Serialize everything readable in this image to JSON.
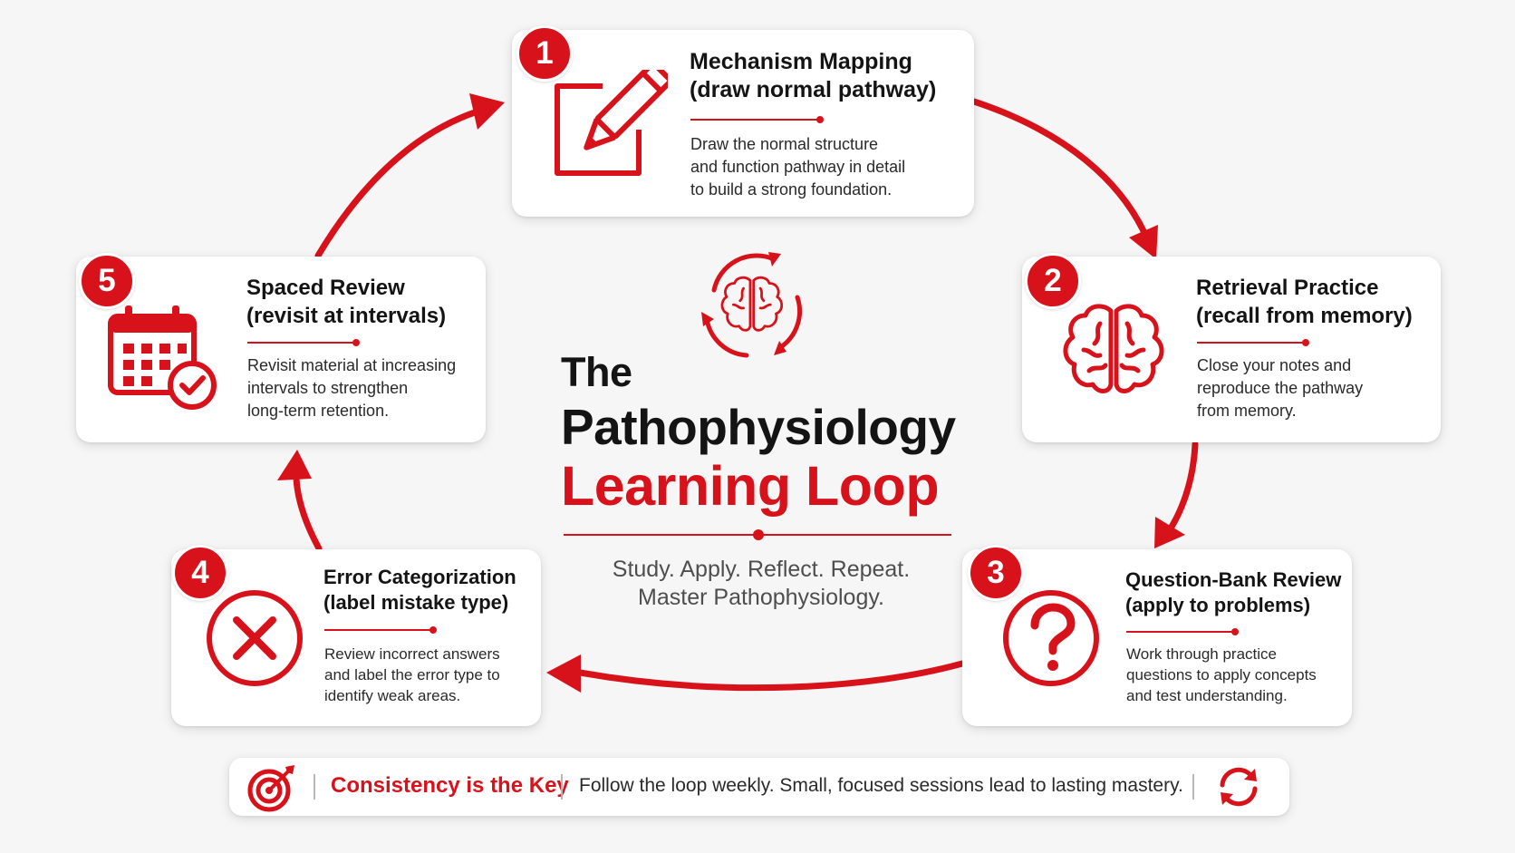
{
  "colors": {
    "accent": "#d8121b",
    "text": "#141414",
    "muted": "#4e4e4e",
    "background": "#f6f6f6"
  },
  "title": {
    "pre": "The",
    "main": "Pathophysiology",
    "accent": "Learning Loop"
  },
  "tagline": {
    "line1": "Study. Apply. Reflect. Repeat.",
    "line2": "Master Pathophysiology."
  },
  "steps": [
    {
      "number": "1",
      "title": "Mechanism Mapping\n(draw normal pathway)",
      "description": "Draw the normal structure\nand function pathway in detail\nto build a strong foundation.",
      "icon": "pencil-edit-icon"
    },
    {
      "number": "2",
      "title": "Retrieval Practice\n(recall from memory)",
      "description": "Close your notes and\nreproduce the pathway\nfrom memory.",
      "icon": "brain-icon"
    },
    {
      "number": "3",
      "title": "Question-Bank Review\n(apply to problems)",
      "description": "Work through practice\nquestions to apply concepts\nand test understanding.",
      "icon": "question-mark-icon"
    },
    {
      "number": "4",
      "title": "Error Categorization\n(label mistake type)",
      "description": "Review incorrect answers\nand label the error type to\nidentify weak areas.",
      "icon": "x-circle-icon"
    },
    {
      "number": "5",
      "title": "Spaced Review\n(revisit at intervals)",
      "description": "Revisit material at increasing\nintervals to strengthen\nlong-term retention.",
      "icon": "calendar-check-icon"
    }
  ],
  "footer": {
    "key": "Consistency is the Key",
    "text": "Follow the loop weekly. Small, focused sessions lead to lasting mastery."
  }
}
